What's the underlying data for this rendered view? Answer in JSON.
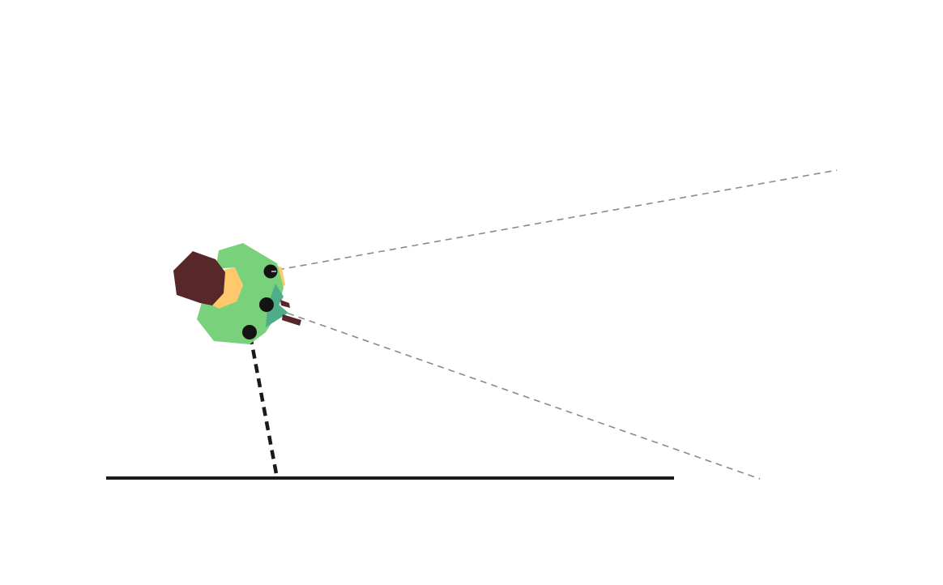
{
  "scene": {
    "background": "#ffffff",
    "colors": {
      "ground": "#1a1a1a",
      "body_green": "#7ad17b",
      "fin_teal": "#4fae8a",
      "accent_yellow": "#ffc86c",
      "hair_brown": "#57272a",
      "eye_black": "#141414",
      "sight_line": "#8a8a8a",
      "plumb_line": "#1a1a1a"
    },
    "elements": {
      "character": "creature",
      "ground": "ground-line",
      "sight_lines": [
        "upper-sight-line",
        "lower-sight-line"
      ],
      "drop_line": "plumb-line"
    }
  }
}
